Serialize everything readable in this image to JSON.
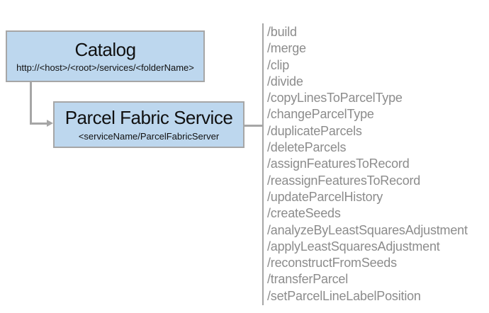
{
  "diagram": {
    "catalog_box": {
      "title": "Catalog",
      "subtitle": "http://<host>/<root>/services/<folderName>"
    },
    "service_box": {
      "title": "Parcel Fabric Service",
      "subtitle": "<serviceName/ParcelFabricServer"
    },
    "endpoints": {
      "items": [
        "/build",
        "/merge",
        "/clip",
        "/divide",
        "/copyLinesToParcelType",
        "/changeParcelType",
        "/duplicateParcels",
        "/deleteParcels",
        "/assignFeaturesToRecord",
        "/reassignFeaturesToRecord",
        "/updateParcelHistory",
        "/createSeeds",
        "/analyzeByLeastSquaresAdjustment",
        "/applyLeastSquaresAdjustment",
        "/reconstructFromSeeds",
        "/transferParcel",
        "/setParcelLineLabelPosition"
      ]
    },
    "colors": {
      "box_fill": "#BDD7EE",
      "box_border": "#A6A6A6",
      "connector": "#A6A6A6",
      "endpoint_text": "#8C8C8C",
      "title_text": "#111111"
    }
  }
}
